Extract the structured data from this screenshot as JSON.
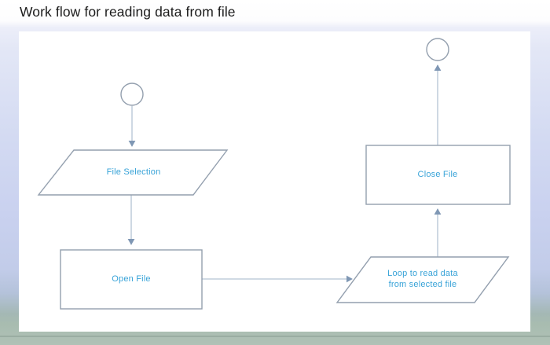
{
  "title": "Work flow for reading data from file",
  "diagram": {
    "nodes": [
      {
        "id": "start",
        "type": "terminator-circle",
        "label": ""
      },
      {
        "id": "file-selection",
        "type": "parallelogram",
        "label": "File Selection"
      },
      {
        "id": "open-file",
        "type": "rectangle",
        "label": "Open File"
      },
      {
        "id": "loop-read",
        "type": "parallelogram",
        "label": "Loop to read data from selected file"
      },
      {
        "id": "close-file",
        "type": "rectangle",
        "label": "Close File"
      },
      {
        "id": "end",
        "type": "terminator-circle",
        "label": ""
      }
    ],
    "edges": [
      {
        "from": "start",
        "to": "file-selection",
        "direction": "down"
      },
      {
        "from": "file-selection",
        "to": "open-file",
        "direction": "down"
      },
      {
        "from": "open-file",
        "to": "loop-read",
        "direction": "right"
      },
      {
        "from": "loop-read",
        "to": "close-file",
        "direction": "up"
      },
      {
        "from": "close-file",
        "to": "end",
        "direction": "up"
      }
    ],
    "colors": {
      "node_text": "#38a3d8",
      "node_border": "#939fae",
      "connector_line": "#b4c3d4",
      "arrowhead": "#7f97b4",
      "canvas_background": "#ffffff",
      "title_text": "#1b1b1b"
    }
  }
}
